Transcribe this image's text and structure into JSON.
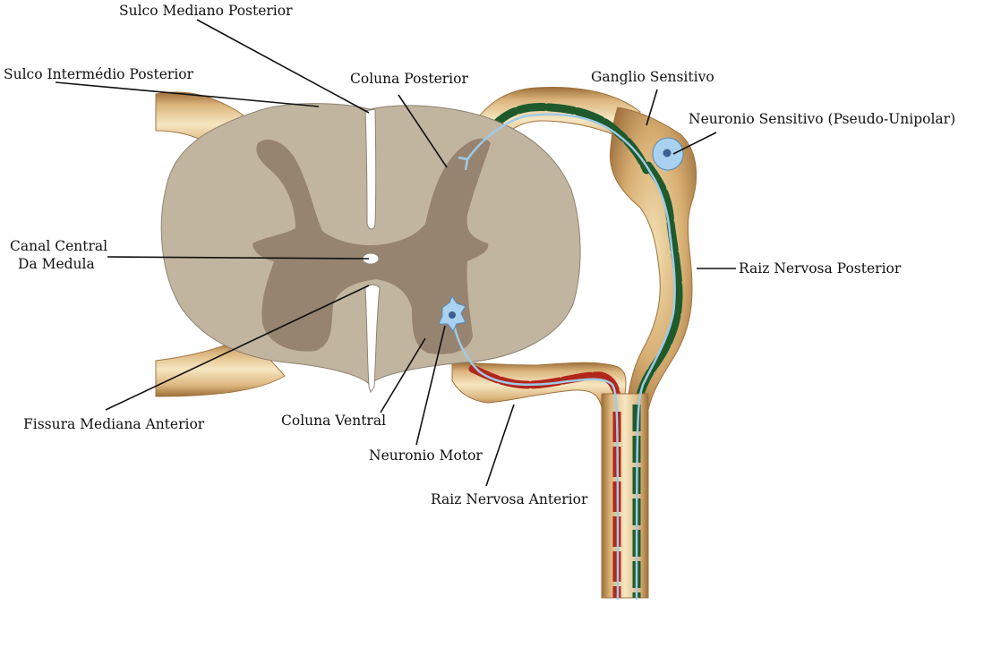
{
  "labels": {
    "sulco_mediano_posterior": "Sulco Mediano Posterior",
    "sulco_intermedio_posterior": "Sulco Intermédio Posterior",
    "coluna_posterior": "Coluna Posterior",
    "ganglio_sensitivo": "Ganglio Sensitivo",
    "neuronio_sensitivo": "Neuronio Sensitivo (Pseudo-Unipolar)",
    "canal_central_l1": "Canal Central",
    "canal_central_l2": "Da Medula",
    "raiz_nervosa_posterior": "Raiz Nervosa Posterior",
    "fissura_mediana_anterior": "Fissura Mediana Anterior",
    "coluna_ventral": "Coluna Ventral",
    "neuronio_motor": "Neuronio Motor",
    "raiz_nervosa_anterior": "Raiz Nervosa Anterior"
  },
  "colors": {
    "white_matter": "#c2b59f",
    "gray_matter": "#968370",
    "outline": "#8d8173",
    "nerve_light": "#f6e6c0",
    "nerve_mid": "#dcb77c",
    "nerve_dark": "#a0743c",
    "sensory_myelin": "#1e5a2b",
    "motor_myelin": "#b3261b",
    "axon": "#9fcbe8",
    "neuron_body": "#a8d2ef",
    "nucleus": "#3c5e90"
  }
}
